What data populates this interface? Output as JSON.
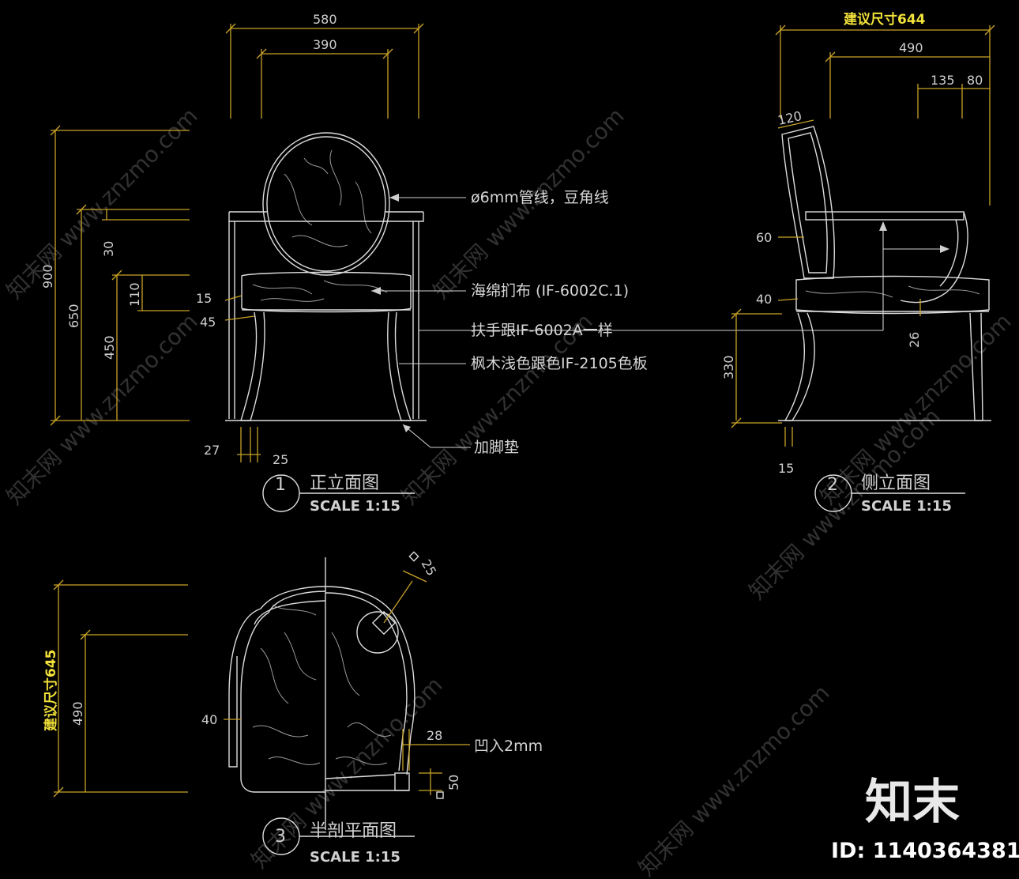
{
  "front_view": {
    "dims": {
      "overall_width": "580",
      "back_width": "390",
      "overall_height": "900",
      "arm_height": "650",
      "seat_height": "450",
      "arm_thickness": "30",
      "cushion_thickness": "110",
      "d15": "15",
      "d45": "45",
      "d27": "27",
      "d25": "25"
    },
    "notes": {
      "piping": "ø6mm管线，豆角线",
      "sponge": "海绵扪布 (IF-6002C.1)",
      "armrest": "扶手跟IF-6002A一样",
      "wood": "枫木浅色跟色IF-2105色板",
      "foot_pad": "加脚垫"
    },
    "title_number": "1",
    "title": "正立面图",
    "scale": "SCALE 1:15"
  },
  "side_view": {
    "dims": {
      "suggested_size": "建议尺寸644",
      "depth": "490",
      "d135": "135",
      "d80": "80",
      "back_thickness": "120",
      "d60": "60",
      "d40": "40",
      "d26": "26",
      "d330": "330",
      "d15": "15"
    },
    "title_number": "2",
    "title": "侧立面图",
    "scale": "SCALE 1:15"
  },
  "plan_view": {
    "dims": {
      "suggested_size": "建议尺寸645",
      "depth": "490",
      "d25": "25",
      "d40": "40",
      "d28": "28",
      "d50": "50"
    },
    "notes": {
      "recess": "凹入2mm"
    },
    "title_number": "3",
    "title": "半剖平面图",
    "scale": "SCALE 1:15"
  },
  "watermark": {
    "text": "知末网 www.znzmo.com",
    "brand": "知末",
    "id": "ID: 1140364381"
  },
  "colors": {
    "background": "#000000",
    "dimension_line": "#c9a227",
    "outline": "#dcdcdc",
    "highlight": "#f2e23a"
  }
}
